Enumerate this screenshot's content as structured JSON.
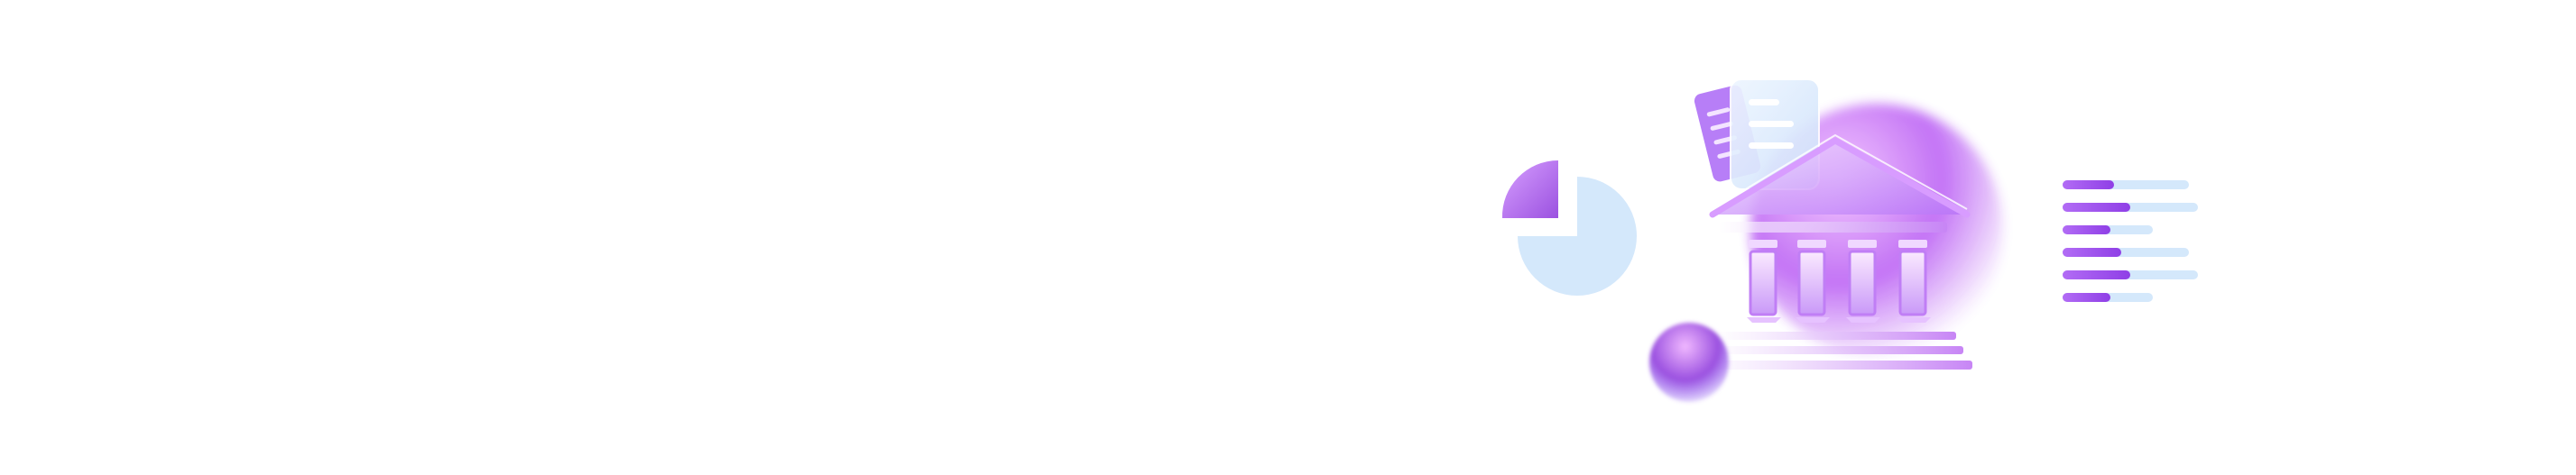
{
  "illustration": {
    "icons": [
      "pie-chart-icon",
      "document-icon",
      "bank-building-icon",
      "decorative-sphere-icon",
      "bar-list-icon"
    ],
    "colors": {
      "purple_light": "#e9b8ff",
      "purple_mid": "#c06cf5",
      "purple_deep": "#7a3cf0",
      "violet": "#9b51e0",
      "sky_light": "#d4e8fb",
      "white": "#ffffff"
    },
    "bar_list": {
      "levels": [
        0.38,
        0.5,
        0.35,
        0.43,
        0.5,
        0.35
      ]
    }
  }
}
